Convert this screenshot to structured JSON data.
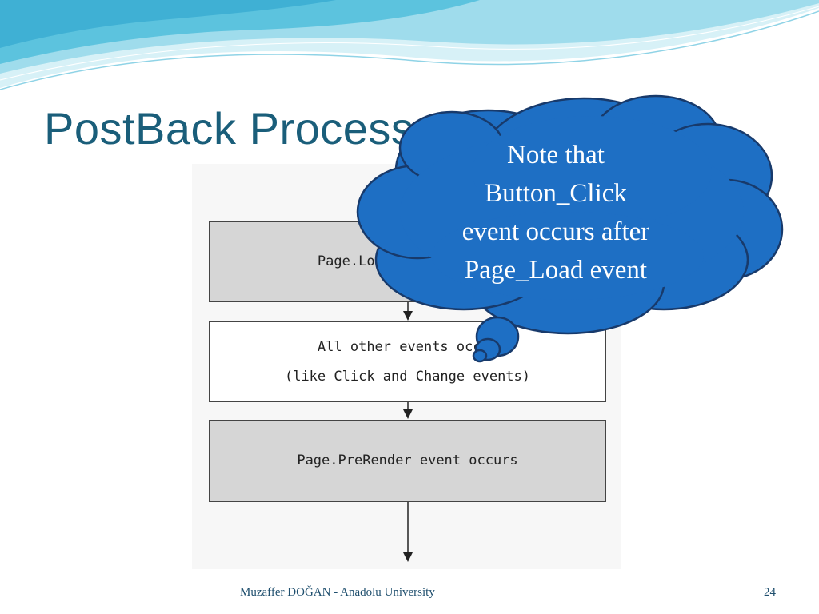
{
  "slide": {
    "title": "PostBack Process",
    "footer": "Muzaffer DOĞAN - Anadolu University",
    "page_number": "24"
  },
  "flowchart": {
    "steps": [
      {
        "lines": [
          "Page.Load event occurs"
        ],
        "fill": "#d6d6d6"
      },
      {
        "lines": [
          "All other events occur",
          "(like Click and Change events)"
        ],
        "fill": "#ffffff"
      },
      {
        "lines": [
          "Page.PreRender event occurs"
        ],
        "fill": "#d6d6d6"
      }
    ]
  },
  "callout": {
    "lines": [
      "Note that",
      "Button_Click",
      "event occurs after",
      "Page_Load event"
    ],
    "fill": "#1e6fc4",
    "stroke": "#183a6b"
  },
  "colors": {
    "title": "#1a5e7a",
    "wave_light": "#bfe8f2",
    "wave_mid": "#7fd0e6",
    "wave_dark": "#3fb4d6"
  }
}
